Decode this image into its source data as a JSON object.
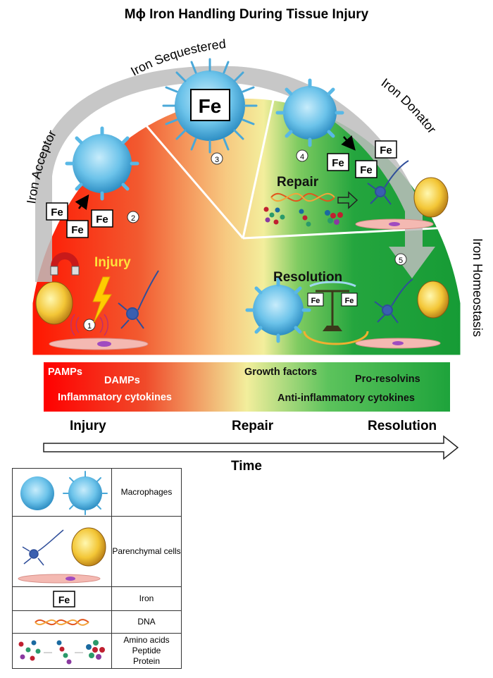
{
  "title": "Mϕ Iron Handling During Tissue Injury",
  "arc_labels": {
    "acceptor": "Iron Acceptor",
    "sequestered": "Iron Sequestered",
    "donator": "Iron Donator",
    "homeostasis": "Iron Homeostasis"
  },
  "fe": "Fe",
  "stage_numbers": [
    "1",
    "2",
    "3",
    "4",
    "5"
  ],
  "stage_labels": {
    "injury": "Injury",
    "repair": "Repair",
    "resolution": "Resolution"
  },
  "band": {
    "pamps": "PAMPs",
    "damps": "DAMPs",
    "inflammatory": "Inflammatory cytokines",
    "growth": "Growth factors",
    "proresolvins": "Pro-resolvins",
    "anti_inflammatory": "Anti-inflammatory cytokines"
  },
  "phases": [
    "Injury",
    "Repair",
    "Resolution"
  ],
  "time_label": "Time",
  "legend": [
    {
      "label": "Macrophages"
    },
    {
      "label": "Parenchymal cells"
    },
    {
      "label": "Iron"
    },
    {
      "label": "DNA"
    },
    {
      "label": "Amino acids\nPeptide\nProtein"
    }
  ],
  "colors": {
    "red": "#ff0000",
    "orange": "#f47a3a",
    "yellow": "#f6e8a0",
    "green": "#1ea33b",
    "macrophage": "#59b8e6",
    "arrow": "#bcbcbc"
  }
}
